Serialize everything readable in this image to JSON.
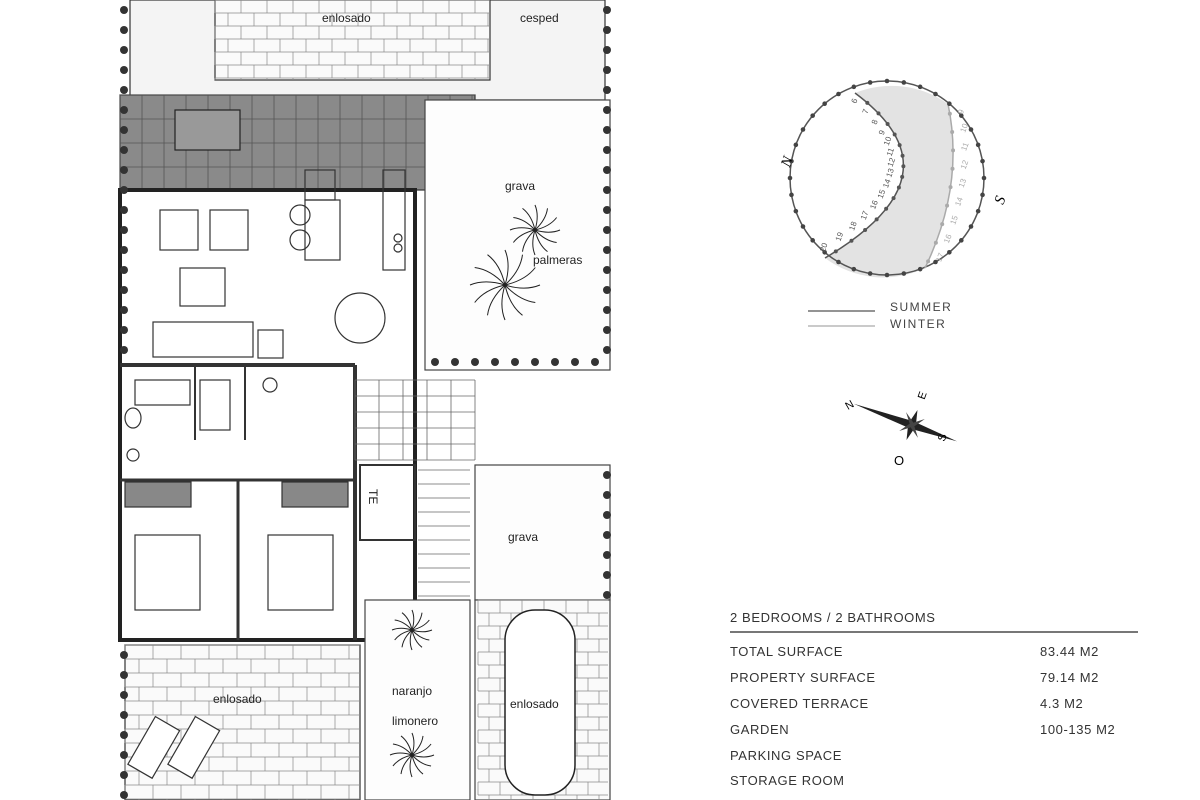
{
  "plan_labels": {
    "top_paving": "enlosado",
    "top_lawn": "cesped",
    "right_gravel": "grava",
    "palms": "palmeras",
    "lower_gravel": "grava",
    "orange_tree": "naranjo",
    "lemon_tree": "limonero",
    "parking_paving": "enlosado",
    "bottom_paving": "enlosado",
    "storage_tag": "TE"
  },
  "sun_path": {
    "north": "N",
    "south": "S",
    "summer_hours": [
      "6",
      "7",
      "8",
      "9",
      "10",
      "11",
      "12",
      "13",
      "14",
      "15",
      "16",
      "17",
      "18",
      "19",
      "20"
    ],
    "winter_hours": [
      "9",
      "10",
      "11",
      "12",
      "13",
      "14",
      "15",
      "16",
      "17"
    ],
    "legend": {
      "summer": "SUMMER",
      "winter": "WINTER"
    },
    "colors": {
      "summer": "#555555",
      "winter": "#aaaaaa",
      "shade": "#e3e3e3"
    }
  },
  "compass": {
    "n": "N",
    "e": "E",
    "s": "S",
    "o": "O"
  },
  "specs": {
    "title": "2 BEDROOMS / 2 BATHROOMS",
    "rows": [
      {
        "label": "TOTAL SURFACE",
        "value": "83.44 M2"
      },
      {
        "label": "PROPERTY SURFACE",
        "value": "79.14 M2"
      },
      {
        "label": "COVERED TERRACE",
        "value": "4.3 M2"
      },
      {
        "label": "GARDEN",
        "value": "100-135 M2"
      },
      {
        "label": "PARKING SPACE",
        "value": ""
      },
      {
        "label": "STORAGE ROOM",
        "value": ""
      }
    ]
  }
}
